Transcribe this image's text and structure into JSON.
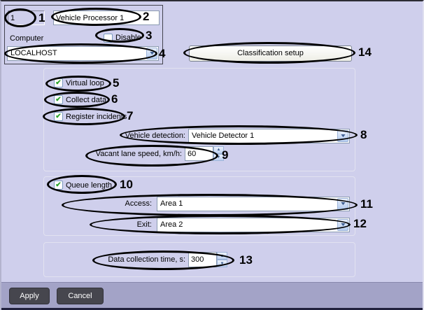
{
  "header": {
    "id_value": "1",
    "name_value": "Vehicle Processor 1",
    "computer_label": "Computer",
    "disable": {
      "label": "Disable",
      "checked": false,
      "check_glyph": ""
    },
    "computer_value": "LOCALHOST",
    "classification_button_label": "Classification setup"
  },
  "settings": {
    "virtual_loop": {
      "label": "Virtual loop",
      "checked": true,
      "check_glyph": "✔"
    },
    "collect_data": {
      "label": "Collect data",
      "checked": true,
      "check_glyph": "✔"
    },
    "register_incidents": {
      "label": "Register incidents",
      "checked": true,
      "check_glyph": "✔"
    },
    "vehicle_detection": {
      "label": "Vehicle detection:",
      "value": "Vehicle Detector 1"
    },
    "vacant_lane_speed": {
      "label": "Vacant lane speed, km/h:",
      "value": "60"
    },
    "queue_length": {
      "label": "Queue length",
      "checked": true,
      "check_glyph": "✔"
    },
    "access": {
      "label": "Access:",
      "value": "Area 1"
    },
    "exit": {
      "label": "Exit:",
      "value": "Area 2"
    },
    "data_collection_time": {
      "label": "Data collection time, s:",
      "value": "300"
    }
  },
  "footer": {
    "apply_label": "Apply",
    "cancel_label": "Cancel"
  },
  "icons": {
    "chevron_down": "▼",
    "spin_up": "▲",
    "spin_down": "▼",
    "check": "✔"
  },
  "callouts": {
    "c1": "1",
    "c2": "2",
    "c3": "3",
    "c4": "4",
    "c5": "5",
    "c6": "6",
    "c7": "7",
    "c8": "8",
    "c9": "9",
    "c10": "10",
    "c11": "11",
    "c12": "12",
    "c13": "13",
    "c14": "14"
  },
  "colors": {
    "background": "#cfcfec",
    "footer_bar": "#a3a3c7",
    "footer_edge": "#21213d",
    "dark_button": "#46464e",
    "check_green": "#2ba32b",
    "chevron_blue": "#3f5f91",
    "callout": "#000000"
  }
}
